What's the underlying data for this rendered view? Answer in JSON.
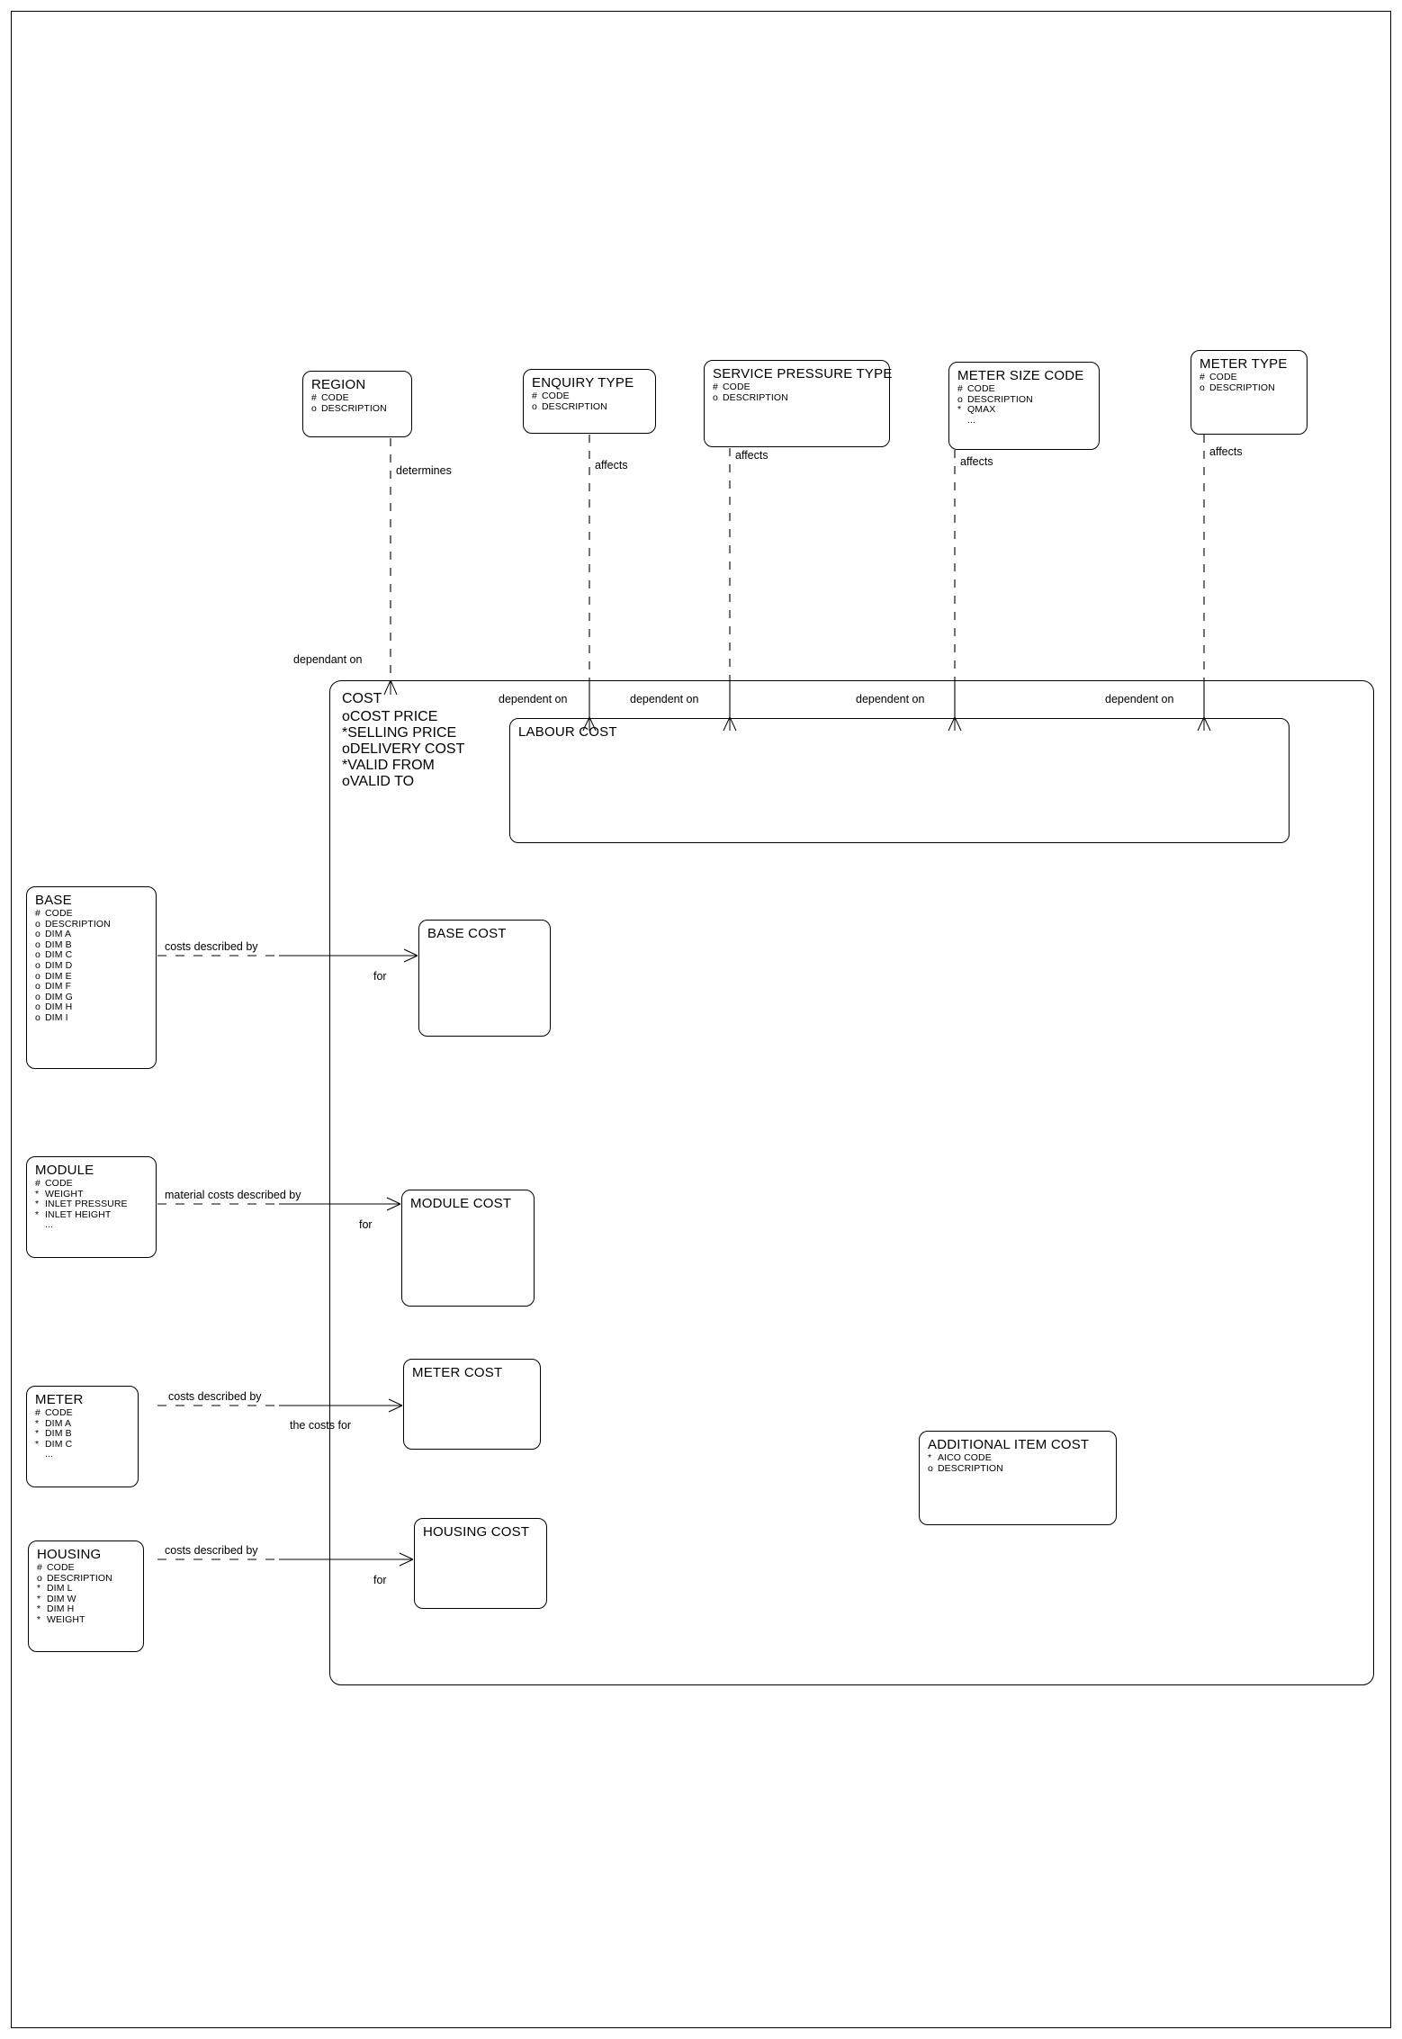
{
  "diagram": {
    "type": "entity-relationship-diagram",
    "title": "COST ER Diagram"
  },
  "entities": [
    {
      "id": "region",
      "name": "REGION",
      "attributes": [
        {
          "marker": "#",
          "name": "CODE"
        },
        {
          "marker": "o",
          "name": "DESCRIPTION"
        }
      ]
    },
    {
      "id": "enquiry-type",
      "name": "ENQUIRY TYPE",
      "attributes": [
        {
          "marker": "#",
          "name": "CODE"
        },
        {
          "marker": "o",
          "name": "DESCRIPTION"
        }
      ]
    },
    {
      "id": "service-pressure-type",
      "name": "SERVICE PRESSURE TYPE",
      "attributes": [
        {
          "marker": "#",
          "name": "CODE"
        },
        {
          "marker": "o",
          "name": "DESCRIPTION"
        }
      ]
    },
    {
      "id": "meter-size-code",
      "name": "METER SIZE CODE",
      "attributes": [
        {
          "marker": "#",
          "name": "CODE"
        },
        {
          "marker": "o",
          "name": "DESCRIPTION"
        },
        {
          "marker": "*",
          "name": "QMAX"
        },
        {
          "marker": "",
          "name": "..."
        }
      ]
    },
    {
      "id": "meter-type",
      "name": "METER TYPE",
      "attributes": [
        {
          "marker": "#",
          "name": "CODE"
        },
        {
          "marker": "o",
          "name": "DESCRIPTION"
        }
      ]
    },
    {
      "id": "base",
      "name": "BASE",
      "attributes": [
        {
          "marker": "#",
          "name": "CODE"
        },
        {
          "marker": "o",
          "name": "DESCRIPTION"
        },
        {
          "marker": "o",
          "name": "DIM A"
        },
        {
          "marker": "o",
          "name": "DIM B"
        },
        {
          "marker": "o",
          "name": "DIM C"
        },
        {
          "marker": "o",
          "name": "DIM D"
        },
        {
          "marker": "o",
          "name": "DIM E"
        },
        {
          "marker": "o",
          "name": "DIM F"
        },
        {
          "marker": "o",
          "name": "DIM G"
        },
        {
          "marker": "o",
          "name": "DIM H"
        },
        {
          "marker": "o",
          "name": "DIM I"
        }
      ]
    },
    {
      "id": "module",
      "name": "MODULE",
      "attributes": [
        {
          "marker": "#",
          "name": "CODE"
        },
        {
          "marker": "*",
          "name": "WEIGHT"
        },
        {
          "marker": "*",
          "name": "INLET PRESSURE"
        },
        {
          "marker": "*",
          "name": "INLET HEIGHT"
        },
        {
          "marker": "",
          "name": "..."
        }
      ]
    },
    {
      "id": "meter",
      "name": "METER",
      "attributes": [
        {
          "marker": "#",
          "name": "CODE"
        },
        {
          "marker": "*",
          "name": "DIM A"
        },
        {
          "marker": "*",
          "name": "DIM B"
        },
        {
          "marker": "*",
          "name": "DIM C"
        },
        {
          "marker": "",
          "name": "..."
        }
      ]
    },
    {
      "id": "housing",
      "name": "HOUSING",
      "attributes": [
        {
          "marker": "#",
          "name": "CODE"
        },
        {
          "marker": "o",
          "name": "DESCRIPTION"
        },
        {
          "marker": "*",
          "name": "DIM L"
        },
        {
          "marker": "*",
          "name": "DIM W"
        },
        {
          "marker": "*",
          "name": "DIM H"
        },
        {
          "marker": "*",
          "name": "WEIGHT"
        }
      ]
    },
    {
      "id": "cost",
      "name": "COST",
      "attributes": [
        {
          "marker": "o",
          "name": "COST PRICE"
        },
        {
          "marker": "*",
          "name": "SELLING PRICE"
        },
        {
          "marker": "o",
          "name": "DELIVERY COST"
        },
        {
          "marker": "*",
          "name": "VALID FROM"
        },
        {
          "marker": "o",
          "name": "VALID TO"
        }
      ]
    },
    {
      "id": "labour-cost",
      "name": "LABOUR COST",
      "attributes": []
    },
    {
      "id": "base-cost",
      "name": "BASE COST",
      "attributes": []
    },
    {
      "id": "module-cost",
      "name": "MODULE COST",
      "attributes": []
    },
    {
      "id": "meter-cost",
      "name": "METER COST",
      "attributes": []
    },
    {
      "id": "housing-cost",
      "name": "HOUSING COST",
      "attributes": []
    },
    {
      "id": "additional-item-cost",
      "name": "ADDITIONAL ITEM COST",
      "attributes": [
        {
          "marker": "*",
          "name": "AICO CODE"
        },
        {
          "marker": "o",
          "name": "DESCRIPTION"
        }
      ]
    }
  ],
  "relationship_labels": [
    {
      "id": "determines",
      "text": "determines"
    },
    {
      "id": "affects-enquiry",
      "text": "affects"
    },
    {
      "id": "affects-service-pressure",
      "text": "affects"
    },
    {
      "id": "affects-meter-size",
      "text": "affects"
    },
    {
      "id": "affects-meter-type",
      "text": "affects"
    },
    {
      "id": "dependant-on-region",
      "text": "dependant on"
    },
    {
      "id": "dependent-on-1",
      "text": "dependent on"
    },
    {
      "id": "dependent-on-2",
      "text": "dependent on"
    },
    {
      "id": "dependent-on-3",
      "text": "dependent on"
    },
    {
      "id": "dependent-on-4",
      "text": "dependent on"
    },
    {
      "id": "base-costs-described-by",
      "text": "costs described by"
    },
    {
      "id": "base-for",
      "text": "for"
    },
    {
      "id": "module-material-costs-described-by",
      "text": "material costs described by"
    },
    {
      "id": "module-for",
      "text": "for"
    },
    {
      "id": "meter-costs-described-by",
      "text": "costs described by"
    },
    {
      "id": "meter-the-costs-for",
      "text": "the costs for"
    },
    {
      "id": "housing-costs-described-by",
      "text": "costs described by"
    },
    {
      "id": "housing-for",
      "text": "for"
    }
  ],
  "colors": {
    "line": "#000000",
    "background": "#ffffff",
    "text": "#000000"
  }
}
